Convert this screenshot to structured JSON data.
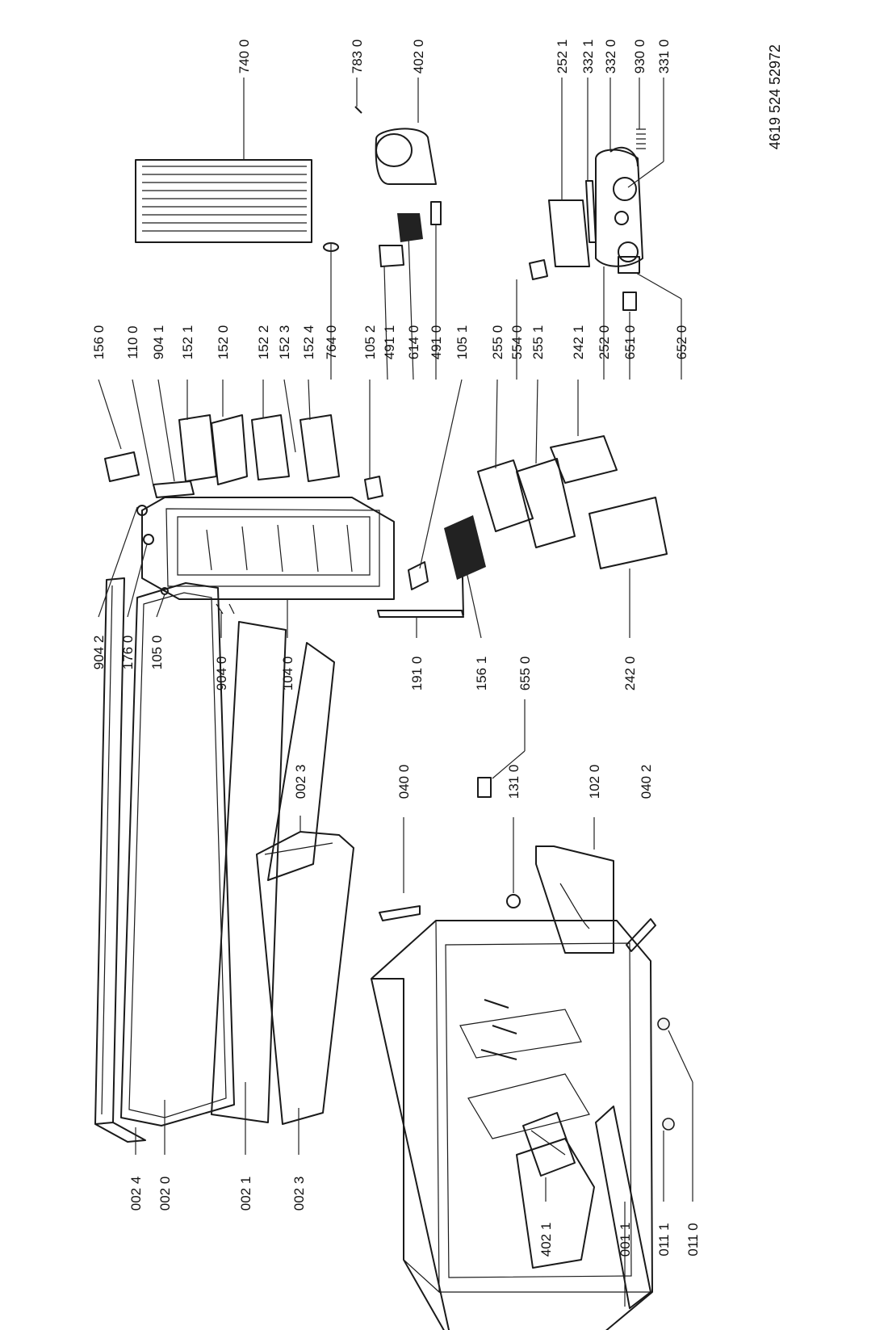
{
  "document_code": "4619 524 52972",
  "parts": [
    {
      "label": "002 4"
    },
    {
      "label": "002 0"
    },
    {
      "label": "002 1"
    },
    {
      "label": "002 3"
    },
    {
      "label": "402 1"
    },
    {
      "label": "001 1"
    },
    {
      "label": "011 1"
    },
    {
      "label": "011 0"
    },
    {
      "label": "002 3"
    },
    {
      "label": "040 0"
    },
    {
      "label": "131 0"
    },
    {
      "label": "102 0"
    },
    {
      "label": "040 2"
    },
    {
      "label": "904 2"
    },
    {
      "label": "176 0"
    },
    {
      "label": "105 0"
    },
    {
      "label": "904 0"
    },
    {
      "label": "104 0"
    },
    {
      "label": "191 0"
    },
    {
      "label": "156 1"
    },
    {
      "label": "655 0"
    },
    {
      "label": "242 0"
    },
    {
      "label": "156 0"
    },
    {
      "label": "110 0"
    },
    {
      "label": "904 1"
    },
    {
      "label": "152 1"
    },
    {
      "label": "152 0"
    },
    {
      "label": "152 2"
    },
    {
      "label": "152 3"
    },
    {
      "label": "152 4"
    },
    {
      "label": "764 0"
    },
    {
      "label": "105 2"
    },
    {
      "label": "491 1"
    },
    {
      "label": "614 0"
    },
    {
      "label": "491 0"
    },
    {
      "label": "105 1"
    },
    {
      "label": "255 0"
    },
    {
      "label": "554 0"
    },
    {
      "label": "255 1"
    },
    {
      "label": "242 1"
    },
    {
      "label": "252 0"
    },
    {
      "label": "651 0"
    },
    {
      "label": "652 0"
    },
    {
      "label": "740 0"
    },
    {
      "label": "783 0"
    },
    {
      "label": "402 0"
    },
    {
      "label": "252 1"
    },
    {
      "label": "332 1"
    },
    {
      "label": "332 0"
    },
    {
      "label": "930 0"
    },
    {
      "label": "331 0"
    }
  ]
}
